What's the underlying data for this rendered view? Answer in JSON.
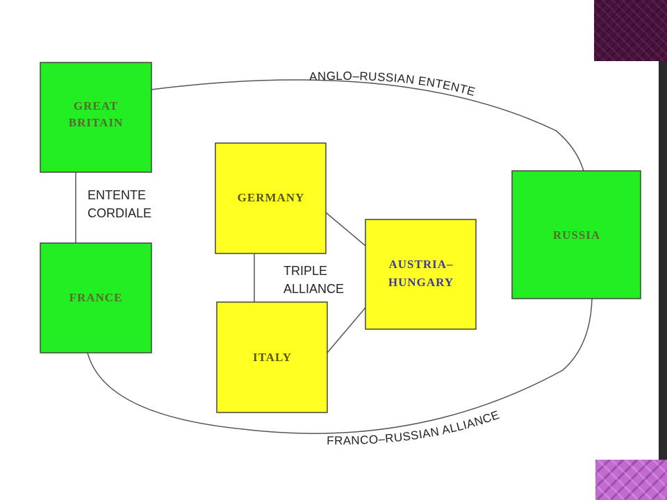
{
  "slide": {
    "colors": {
      "ally_box": "#22ee22",
      "central_box": "#ffff22",
      "corner_dark": "#4a123f",
      "corner_light": "#c26ad0",
      "line": "#555555"
    }
  },
  "diagram": {
    "countries": {
      "great_britain": [
        "GREAT",
        "BRITAIN"
      ],
      "france": "FRANCE",
      "germany": "GERMANY",
      "italy": "ITALY",
      "austria_hungary": [
        "AUSTRIA–",
        "HUNGARY"
      ],
      "russia": "RUSSIA"
    },
    "relationships": {
      "entente_cordiale": [
        "ENTENTE",
        "CORDIALE"
      ],
      "triple_alliance": [
        "TRIPLE",
        "ALLIANCE"
      ],
      "anglo_russian_entente": "ANGLO–RUSSIAN ENTENTE",
      "franco_russian_alliance": "FRANCO–RUSSIAN ALLIANCE"
    }
  }
}
